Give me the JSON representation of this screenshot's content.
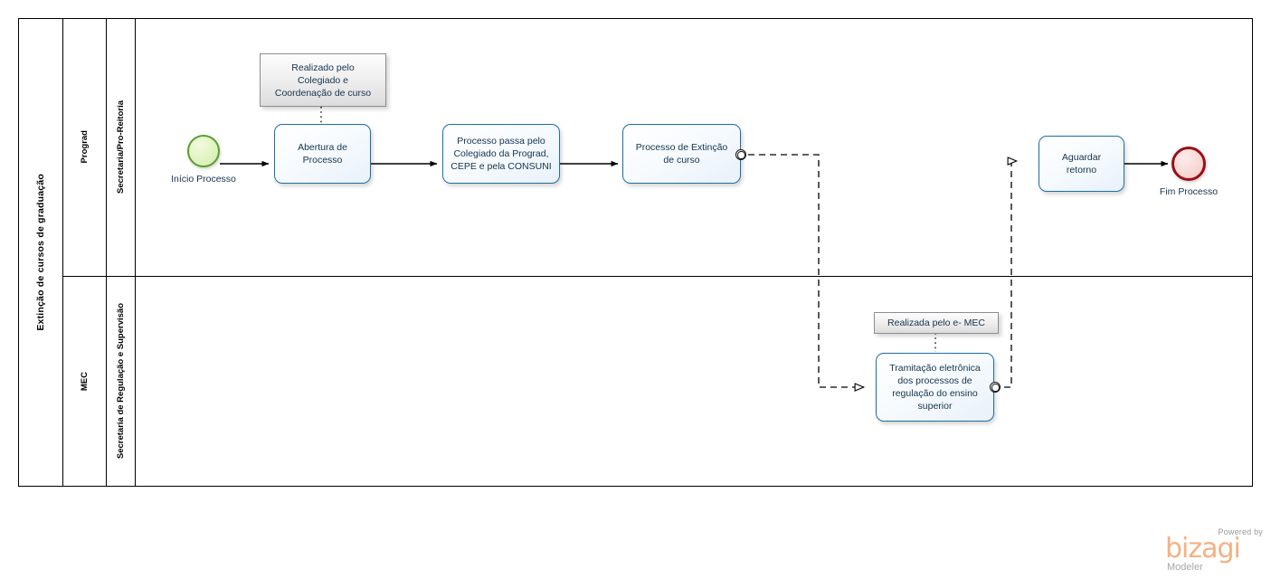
{
  "pool": {
    "name": "Extinção de cursos de graduação"
  },
  "lanes": [
    {
      "name": "Prograd",
      "role": "Secretaria/Pro-Reitoria"
    },
    {
      "name": "MEC",
      "role": "Secretaria de Regulação e Supervisão"
    }
  ],
  "events": [
    {
      "id": "start",
      "type": "start-event",
      "label": "Início Processo"
    },
    {
      "id": "end",
      "type": "end-event",
      "label": "Fim Processo"
    }
  ],
  "tasks": [
    {
      "id": "t1",
      "label": "Abertura de\nProcesso"
    },
    {
      "id": "t2",
      "label": "Processo passa pelo\nColegiado da Prograd,\nCEPE e pela CONSUNI"
    },
    {
      "id": "t3",
      "label": "Processo de Extinção\nde curso"
    },
    {
      "id": "t4",
      "label": "Aguardar\nretorno"
    },
    {
      "id": "t5",
      "label": "Tramitação eletrônica\ndos processos de\nregulação do ensino\nsuperior"
    }
  ],
  "annotations": [
    {
      "id": "a1",
      "label": "Realizado pelo\nColegiado e\nCoordenação de curso"
    },
    {
      "id": "a2",
      "label": "Realizada pelo e- MEC"
    }
  ],
  "brand": {
    "powered_by": "Powered by",
    "name": "bizagi",
    "product": "Modeler"
  },
  "colors": {
    "task_border": "#1e6ea4",
    "start_event": "#5a9e2f",
    "end_event": "#9b0e17",
    "text": "#16334d",
    "brand": "#f4b183"
  }
}
